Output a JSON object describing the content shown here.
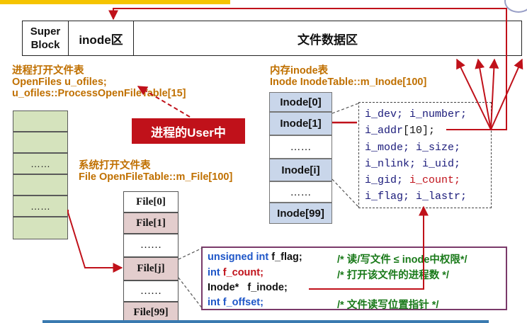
{
  "disk": {
    "superblock_line1": "Super",
    "superblock_line2": "Block",
    "inode_area": "inode区",
    "file_data_area": "文件数据区"
  },
  "process_table": {
    "title1": "进程打开文件表",
    "title2": "OpenFiles u_ofiles;",
    "title3": "u_ofiles::ProcessOpenFileTable[15]",
    "ellipsis_a": "……",
    "ellipsis_b": "……"
  },
  "user_badge": "进程的User中",
  "inode_table": {
    "title1": "内存inode表",
    "title2": "Inode InodeTable::m_Inode[100]",
    "cells": [
      "Inode[0]",
      "Inode[1]",
      "……",
      "Inode[i]",
      "……",
      "Inode[99]"
    ]
  },
  "inode_fields": [
    {
      "a": "i_dev; i_number;",
      "b": ""
    },
    {
      "a": "i_addr",
      "b": "[10];"
    },
    {
      "a": "i_mode; i_size;",
      "b": ""
    },
    {
      "a": "i_nlink; i_uid;",
      "b": ""
    },
    {
      "a": "i_gid; ",
      "b": "i_count;"
    },
    {
      "a": "i_flag; i_lastr;",
      "b": ""
    }
  ],
  "file_table": {
    "title1": "系统打开文件表",
    "title2": "File OpenFileTable::m_File[100]",
    "cells": [
      "File[0]",
      "File[1]",
      "……",
      "File[j]",
      "……",
      "File[99]"
    ]
  },
  "file_struct": {
    "l1_kw": "unsigned int",
    "l1_name": " f_flag;",
    "l1_comment": "/* 读/写文件 ≤ inode中权限*/",
    "l2_kw": "int",
    "l2_name": " f_count;",
    "l2_comment": "/* 打开该文件的进程数 */",
    "l3_type": "Inode*",
    "l3_name": "f_inode;",
    "l4_kw": "int",
    "l4_name": " f_offset;",
    "l4_comment": "/* 文件读写位置指针 */"
  },
  "colors": {
    "arrow": "#c0111a",
    "orange_text": "#c07000",
    "badge": "#c0111a"
  }
}
